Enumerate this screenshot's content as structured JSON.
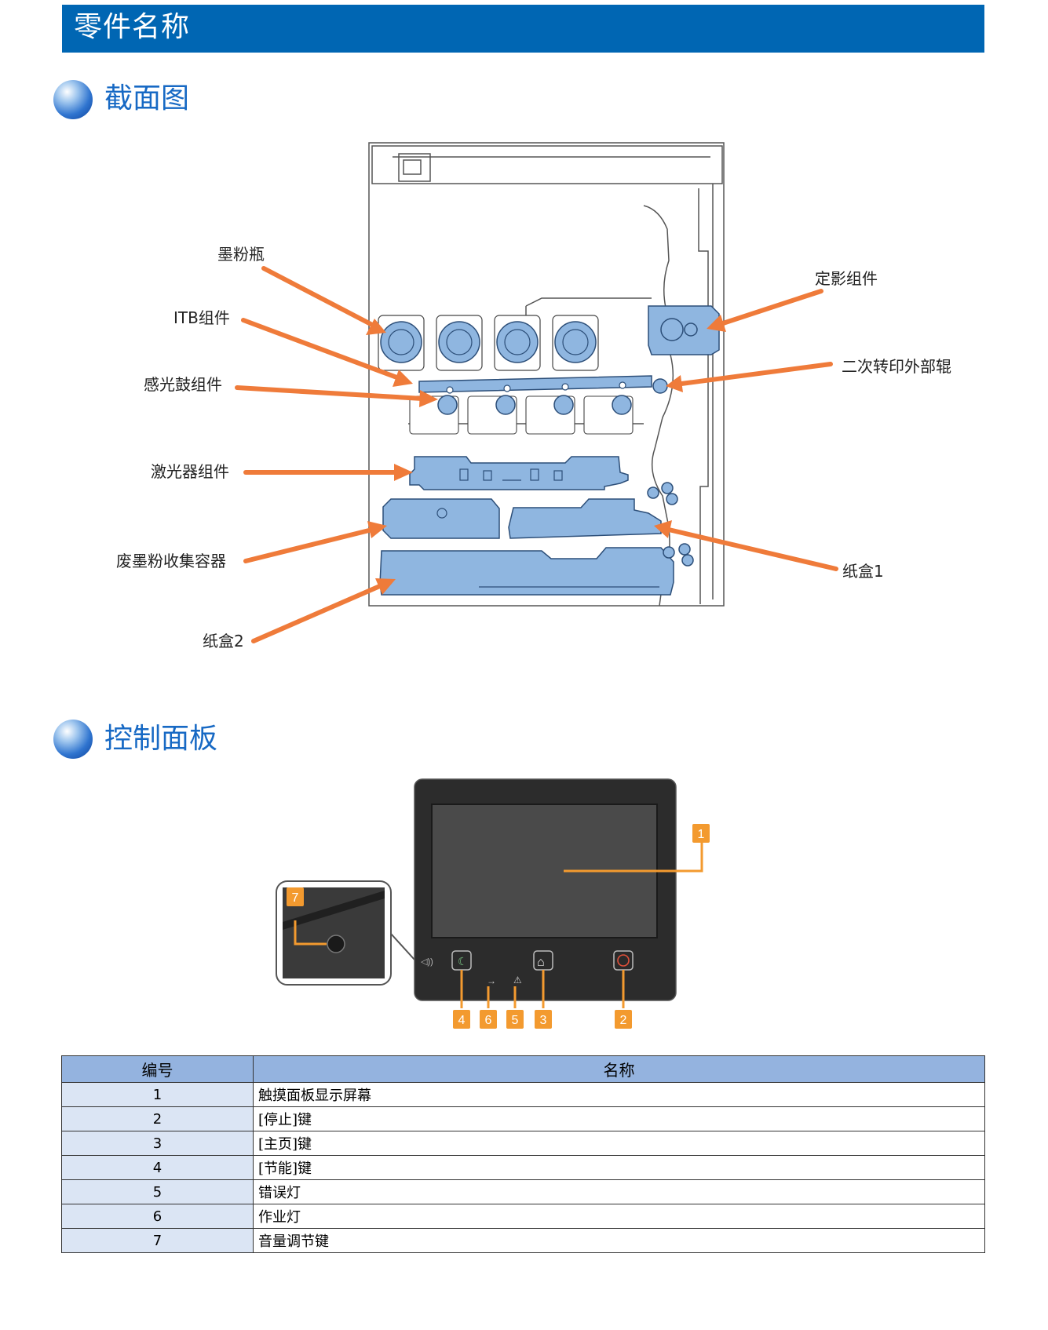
{
  "header": {
    "title": "零件名称"
  },
  "sections": {
    "cross_section": {
      "title": "截面图"
    },
    "control_panel": {
      "title": "控制面板"
    }
  },
  "diagram_labels": {
    "toner_bottle": "墨粉瓶",
    "itb_unit": "ITB组件",
    "drum_unit": "感光鼓组件",
    "laser_unit": "激光器组件",
    "waste_toner": "废墨粉收集容器",
    "cassette2": "纸盒2",
    "fixing_unit": "定影组件",
    "secondary_roller": "二次转印外部辊",
    "cassette1": "纸盒1"
  },
  "panel_callouts": [
    "1",
    "2",
    "3",
    "4",
    "5",
    "6",
    "7"
  ],
  "table": {
    "headers": [
      "编号",
      "名称"
    ],
    "rows": [
      {
        "num": "1",
        "name": "触摸面板显示屏幕"
      },
      {
        "num": "2",
        "name": "[停止]键"
      },
      {
        "num": "3",
        "name": "[主页]键"
      },
      {
        "num": "4",
        "name": "[节能]键"
      },
      {
        "num": "5",
        "name": "错误灯"
      },
      {
        "num": "6",
        "name": "作业灯"
      },
      {
        "num": "7",
        "name": "音量调节键"
      }
    ]
  },
  "colors": {
    "banner": "#0066b3",
    "section_title": "#1769c4",
    "arrow": "#ef7b3a",
    "part_fill": "#8fb6e0",
    "callout": "#f39a2f",
    "table_header": "#94b3df",
    "table_num": "#dbe5f4"
  }
}
